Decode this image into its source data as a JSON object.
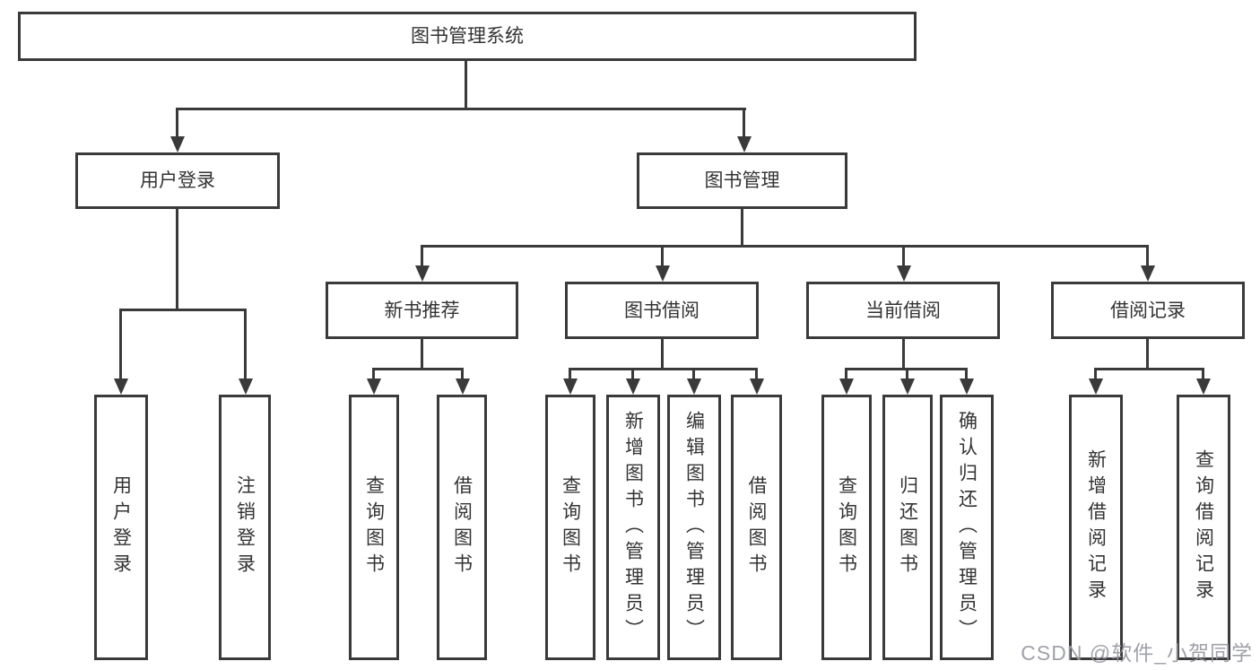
{
  "diagram": {
    "root": {
      "label": "图书管理系统"
    },
    "level2": {
      "user_login": {
        "label": "用户登录"
      },
      "book_management": {
        "label": "图书管理"
      }
    },
    "user_login_children": {
      "login": {
        "label": "用户登录"
      },
      "logout": {
        "label": "注销登录"
      }
    },
    "book_management_children": {
      "new_book_recommend": {
        "label": "新书推荐"
      },
      "book_borrow": {
        "label": "图书借阅"
      },
      "current_borrow": {
        "label": "当前借阅"
      },
      "borrow_record": {
        "label": "借阅记录"
      }
    },
    "new_book_children": {
      "query_book": {
        "label": "查询图书"
      },
      "borrow_book": {
        "label": "借阅图书"
      }
    },
    "book_borrow_children": {
      "query_book": {
        "label": "查询图书"
      },
      "add_book": {
        "label": "新增图书（管理员）"
      },
      "edit_book": {
        "label": "编辑图书（管理员）"
      },
      "borrow_book": {
        "label": "借阅图书"
      }
    },
    "current_borrow_children": {
      "query_book": {
        "label": "查询图书"
      },
      "return_book": {
        "label": "归还图书"
      },
      "confirm_return": {
        "label": "确认归还（管理员）"
      }
    },
    "borrow_record_children": {
      "add_record": {
        "label": "新增借阅记录"
      },
      "query_record": {
        "label": "查询借阅记录"
      }
    }
  },
  "watermark": {
    "text": "CSDN @软件_小贺同学"
  },
  "colors": {
    "line": "#3a3a3a",
    "text": "#333333",
    "background": "#ffffff",
    "watermark_gray": "#9698a0"
  }
}
